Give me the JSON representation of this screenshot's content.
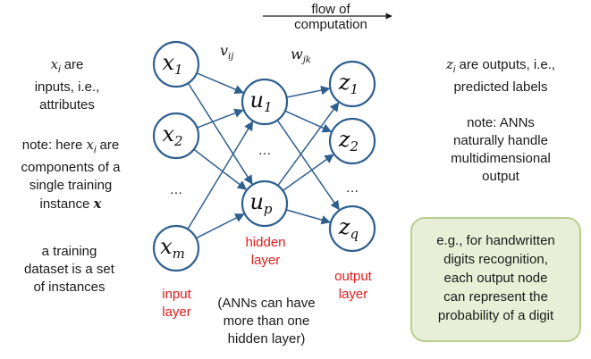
{
  "flow_label": [
    "flow of",
    "computation"
  ],
  "left_notes": {
    "inputs_note": {
      "var": "x",
      "sub": "i",
      "rest_line1": " are",
      "line2": "inputs, i.e.,",
      "line3": "attributes"
    },
    "components_note": {
      "line1_pre": "note: here ",
      "var": "x",
      "sub": "i",
      "line1_post": " are",
      "line2": "components of a",
      "line3": "single training",
      "line4_pre": "instance ",
      "bold_var": "x"
    },
    "dataset_note": [
      "a training",
      "dataset is a set",
      "of instances"
    ]
  },
  "right_notes": {
    "outputs_note": {
      "var": "z",
      "sub": "i",
      "rest_line1": " are outputs, i.e.,",
      "line2": "predicted labels"
    },
    "ann_note": [
      "note: ANNs",
      "naturally handle",
      "multidimensional",
      "output"
    ]
  },
  "callout": [
    "e.g., for handwritten",
    "digits recognition,",
    "each output node",
    "can represent the",
    "probability of a digit"
  ],
  "weight_labels": {
    "v": {
      "var": "v",
      "sub": "ij"
    },
    "w": {
      "var": "w",
      "sub": "jk"
    }
  },
  "layer_labels": {
    "input": [
      "input",
      "layer"
    ],
    "hidden": [
      "hidden",
      "layer"
    ],
    "output": [
      "output",
      "layer"
    ]
  },
  "hidden_note": [
    "(ANNs can have",
    "more than one",
    "hidden layer)"
  ],
  "ellipsis": "…",
  "nodes": {
    "input": [
      {
        "var": "x",
        "sub": "1"
      },
      {
        "var": "x",
        "sub": "2"
      },
      {
        "var": "x",
        "sub": "m"
      }
    ],
    "hidden": [
      {
        "var": "u",
        "sub": "1"
      },
      {
        "var": "u",
        "sub": "p"
      }
    ],
    "output": [
      {
        "var": "z",
        "sub": "1"
      },
      {
        "var": "z",
        "sub": "2"
      },
      {
        "var": "z",
        "sub": "q"
      }
    ]
  },
  "colors": {
    "node_stroke": "#2f5f8f",
    "layer_label": "#e31b1b",
    "callout_fill": "#e7f0d6",
    "callout_border": "#b9cf8f"
  }
}
